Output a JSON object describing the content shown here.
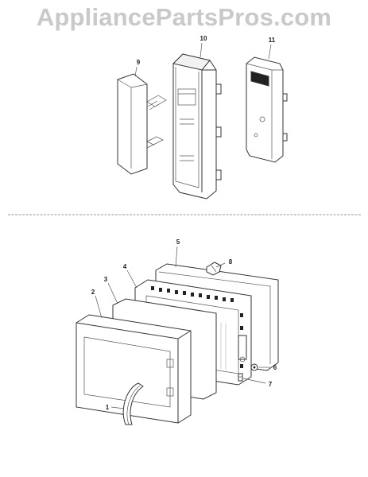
{
  "watermark": "AppliancePartsPros.com",
  "callouts": {
    "c1": "1",
    "c2": "2",
    "c3": "3",
    "c4": "4",
    "c5": "5",
    "c6": "6",
    "c7": "7",
    "c8": "8",
    "c9": "9",
    "c10": "10",
    "c11": "11"
  }
}
